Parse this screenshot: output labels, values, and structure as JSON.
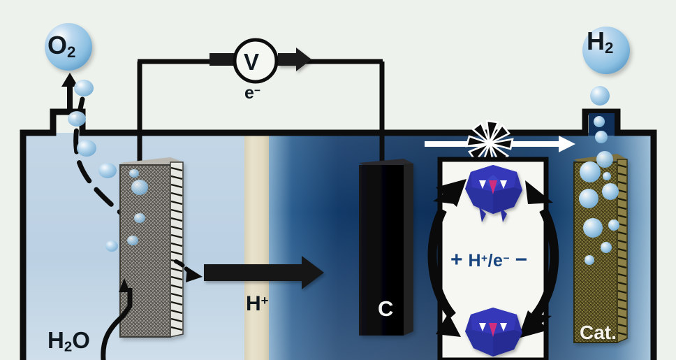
{
  "diagram": {
    "title": "Photoelectrochemical water splitting cell with polyoxometalate mediator",
    "type": "electrochemical-cell-schematic"
  },
  "labels": {
    "oxygen": "O",
    "oxygen_sub": "2",
    "hydrogen": "H",
    "hydrogen_sub": "2",
    "water": "H",
    "water_sub": "2",
    "water_tail": "O",
    "voltmeter": "V",
    "electron": "e",
    "electron_sup": "−",
    "proton": "H",
    "proton_sup": "+",
    "carbon_electrode": "C",
    "catalyst_electrode": "Cat.",
    "cycle_plus": "+",
    "cycle_text": "H",
    "cycle_sup_plus": "+",
    "cycle_mid": "/e",
    "cycle_sup_minus": "−",
    "cycle_minus": "−"
  },
  "components": {
    "anode": {
      "name": "mesh-photoanode",
      "texture": "gray-woven-mesh"
    },
    "membrane": {
      "name": "proton-exchange-membrane",
      "color": "#e3dcc6"
    },
    "cathode_carbon": {
      "name": "carbon-electrode",
      "color": "#0a0a0c"
    },
    "catalyst": {
      "name": "catalyst-electrode",
      "color": "#5c5426"
    },
    "pump": {
      "name": "pump-impeller",
      "color": "#101010"
    },
    "cluster_top": {
      "name": "polyoxometalate-cluster",
      "color": "#2b2f9e"
    },
    "cluster_bottom": {
      "name": "polyoxometalate-cluster",
      "color": "#2b2f9e"
    }
  },
  "colors": {
    "background": "#eef2ec",
    "electrolyte_left": "#bcd2e4",
    "electrolyte_right_dark": "#0e3261",
    "membrane": "#e3dcc6",
    "bubble": "#9ecbe8",
    "wire": "#0d0d0d",
    "cycle_label": "#17447e",
    "catalyst": "#5c5426"
  },
  "flows": {
    "electron_direction": "left-to-right",
    "proton_direction": "left-to-right",
    "pump_flow_direction": "left-to-right",
    "redox_cycle": "clockwise"
  }
}
